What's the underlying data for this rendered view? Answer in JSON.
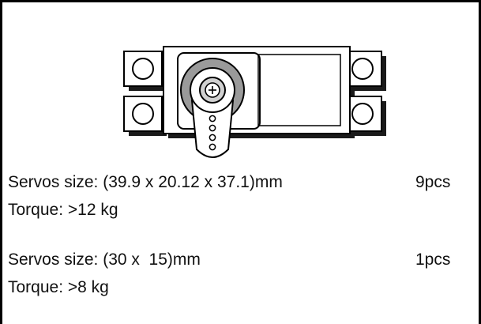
{
  "servo_1": {
    "size_label": "Servos size: (39.9 x 20.12 x 37.1)mm",
    "quantity": "9pcs",
    "torque_label": "Torque: >12 kg"
  },
  "servo_2": {
    "size_label": "Servos size: (30 x  15)mm",
    "quantity": "1pcs",
    "torque_label": "Torque: >8 kg"
  },
  "colors": {
    "border": "#000000",
    "text": "#111111",
    "shadow": "#1a1a1a",
    "horn_gray": "#9a9a9a",
    "hub_gray": "#d0d0d0"
  },
  "illustration": {
    "icon": "servo-motor-icon"
  }
}
